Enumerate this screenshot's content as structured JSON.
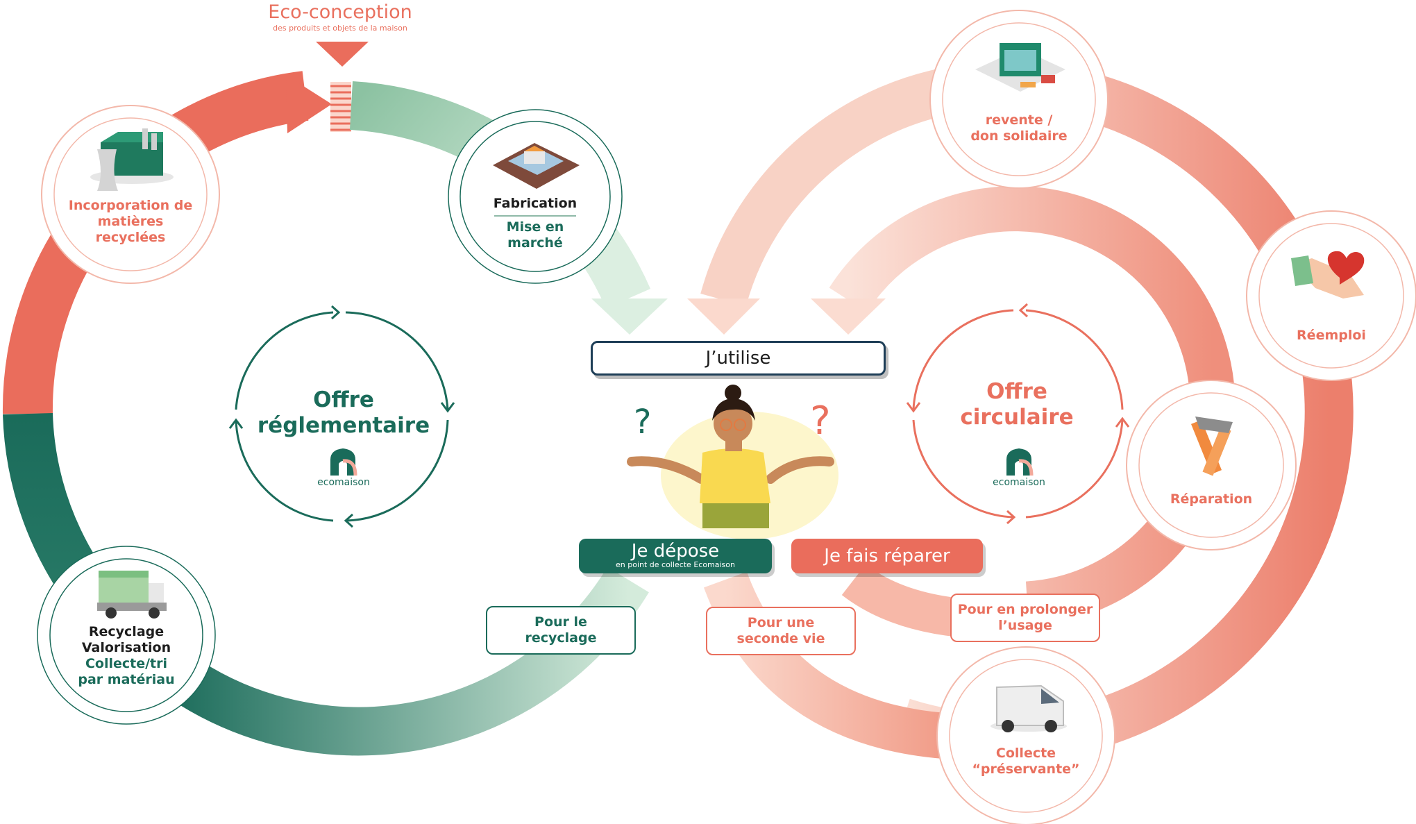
{
  "header": {
    "title": "Eco-conception",
    "subtitle": "des produits et objets de la maison"
  },
  "left_cycle": {
    "offer_line1": "Offre",
    "offer_line2": "réglementaire",
    "brand": "ecomaison",
    "nodes": {
      "incorporation": {
        "line1": "Incorporation de",
        "line2": "matières",
        "line3": "recyclées"
      },
      "fabrication": {
        "title": "Fabrication",
        "line1": "Mise en",
        "line2": "marché"
      },
      "recyclage": {
        "title1": "Recyclage",
        "title2": "Valorisation",
        "line1": "Collecte/tri",
        "line2": "par matériau"
      }
    },
    "pour_recyclage": {
      "line1": "Pour le",
      "line2": "recyclage"
    }
  },
  "center": {
    "use_label": "J’utilise",
    "depose_label": "Je dépose",
    "depose_sub": "en point de collecte Ecomaison",
    "repair_label": "Je fais réparer",
    "question_mark": "?"
  },
  "right_cycle": {
    "offer_line1": "Offre",
    "offer_line2": "circulaire",
    "brand": "ecomaison",
    "nodes": {
      "revente": {
        "line1": "revente /",
        "line2": "don solidaire"
      },
      "reemploi": {
        "line1": "Réemploi"
      },
      "reparation": {
        "line1": "Réparation"
      },
      "collecte": {
        "line1": "Collecte",
        "line2": "“préservante”"
      }
    },
    "pour_seconde_vie": {
      "line1": "Pour une",
      "line2": "seconde vie"
    },
    "pour_prolonger": {
      "line1": "Pour en prolonger",
      "line2": "l’usage"
    }
  },
  "colors": {
    "red": "#e9705e",
    "green": "#1a6b5a",
    "light_green": "#d6eadc",
    "pink": "#f7c2b4",
    "navy": "#1e3e57"
  },
  "icons": [
    "factory-icon",
    "warehouse-icon",
    "truck-icon",
    "shop-icon",
    "heart-hand-icon",
    "hammer-icon",
    "van-icon",
    "person-illustration",
    "ecomaison-logo-icon"
  ]
}
